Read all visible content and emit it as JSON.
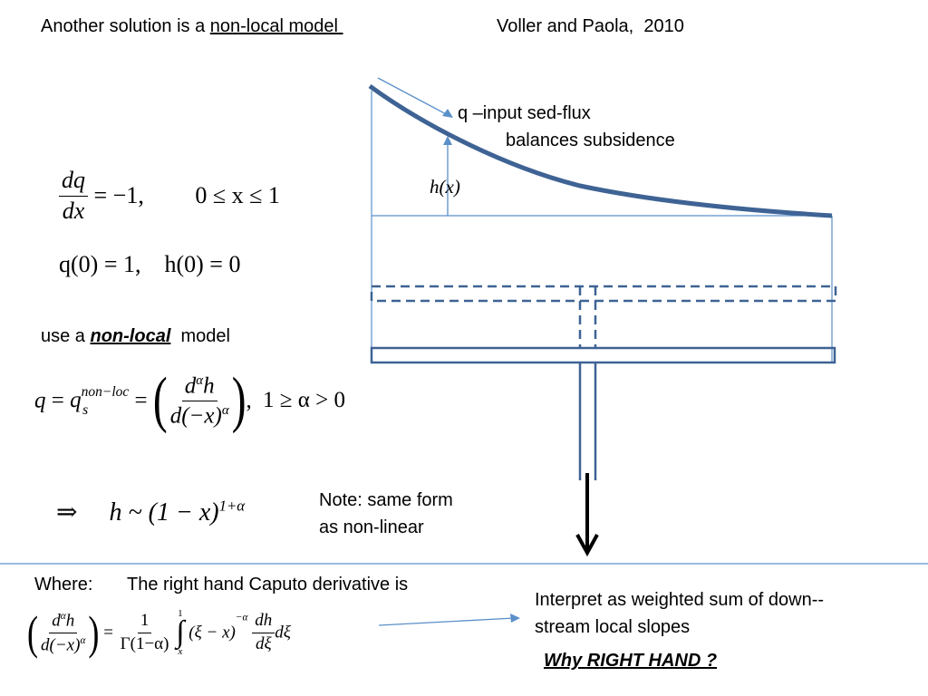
{
  "header": {
    "intro_prefix": "Another solution is a ",
    "intro_link": "non-local model ",
    "citation": "Voller and Paola,  2010"
  },
  "diagram": {
    "flux_label": "q –input sed-flux",
    "flux_label_2": "balances subsidence",
    "h_label": "h(x)",
    "line_color": "#3E6394",
    "thin_line_color": "#5B8FC9"
  },
  "equations": {
    "eq1": {
      "dq": "dq",
      "dx": "dx",
      "rhs": "= −1,",
      "domain": "0 ≤ x ≤ 1"
    },
    "eq2": {
      "text": "q(0) = 1,    h(0) = 0"
    },
    "nonlocal_prefix": "use a ",
    "nonlocal_word": "non-local",
    "nonlocal_suffix": "  model",
    "eq3": {
      "lhs_q": "q",
      "qs": "q",
      "qs_sup": "non−loc",
      "qs_sub": "s",
      "num": "d",
      "num_sup": "α",
      "num_h": "h",
      "den": "d(−x)",
      "den_sup": "α",
      "cond": "1 ≥ α > 0"
    },
    "eq4": {
      "implies": "⇒",
      "body": "h ~ (1 − x)",
      "exp": "1+α"
    },
    "note_line1": "Note: same form",
    "note_line2": "as non-linear"
  },
  "footer": {
    "where_label": "Where:",
    "caputo_text": "The right hand Caputo derivative is",
    "caputo": {
      "num": "d",
      "num_sup": "α",
      "num_h": "h",
      "den": "d(−x)",
      "den_sup": "α",
      "coef_num": "1",
      "coef_den": "Γ(1−α)",
      "int_upper": "1",
      "int_lower": "x",
      "integrand": "(ξ − x)",
      "integrand_sup": "−α",
      "dh": "dh",
      "dxi": "dξ",
      "dxi2": "dξ"
    },
    "interpret_line1": "Interpret as weighted sum of down--",
    "interpret_line2": "stream local slopes",
    "question": "Why RIGHT HAND ?"
  }
}
